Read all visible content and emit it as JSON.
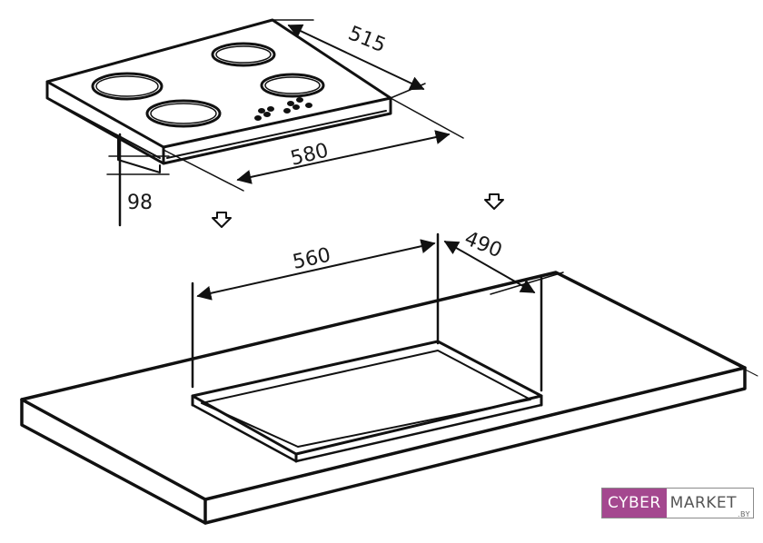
{
  "dimensions": {
    "hob_depth": "515",
    "hob_width": "580",
    "hob_height": "98",
    "cutout_width": "560",
    "cutout_depth": "490"
  },
  "logo": {
    "left": "CYBER",
    "right": "MARKET",
    "suffix": ".BY",
    "colors": {
      "left_bg": "#a4488f",
      "right_text": "#555555"
    }
  }
}
